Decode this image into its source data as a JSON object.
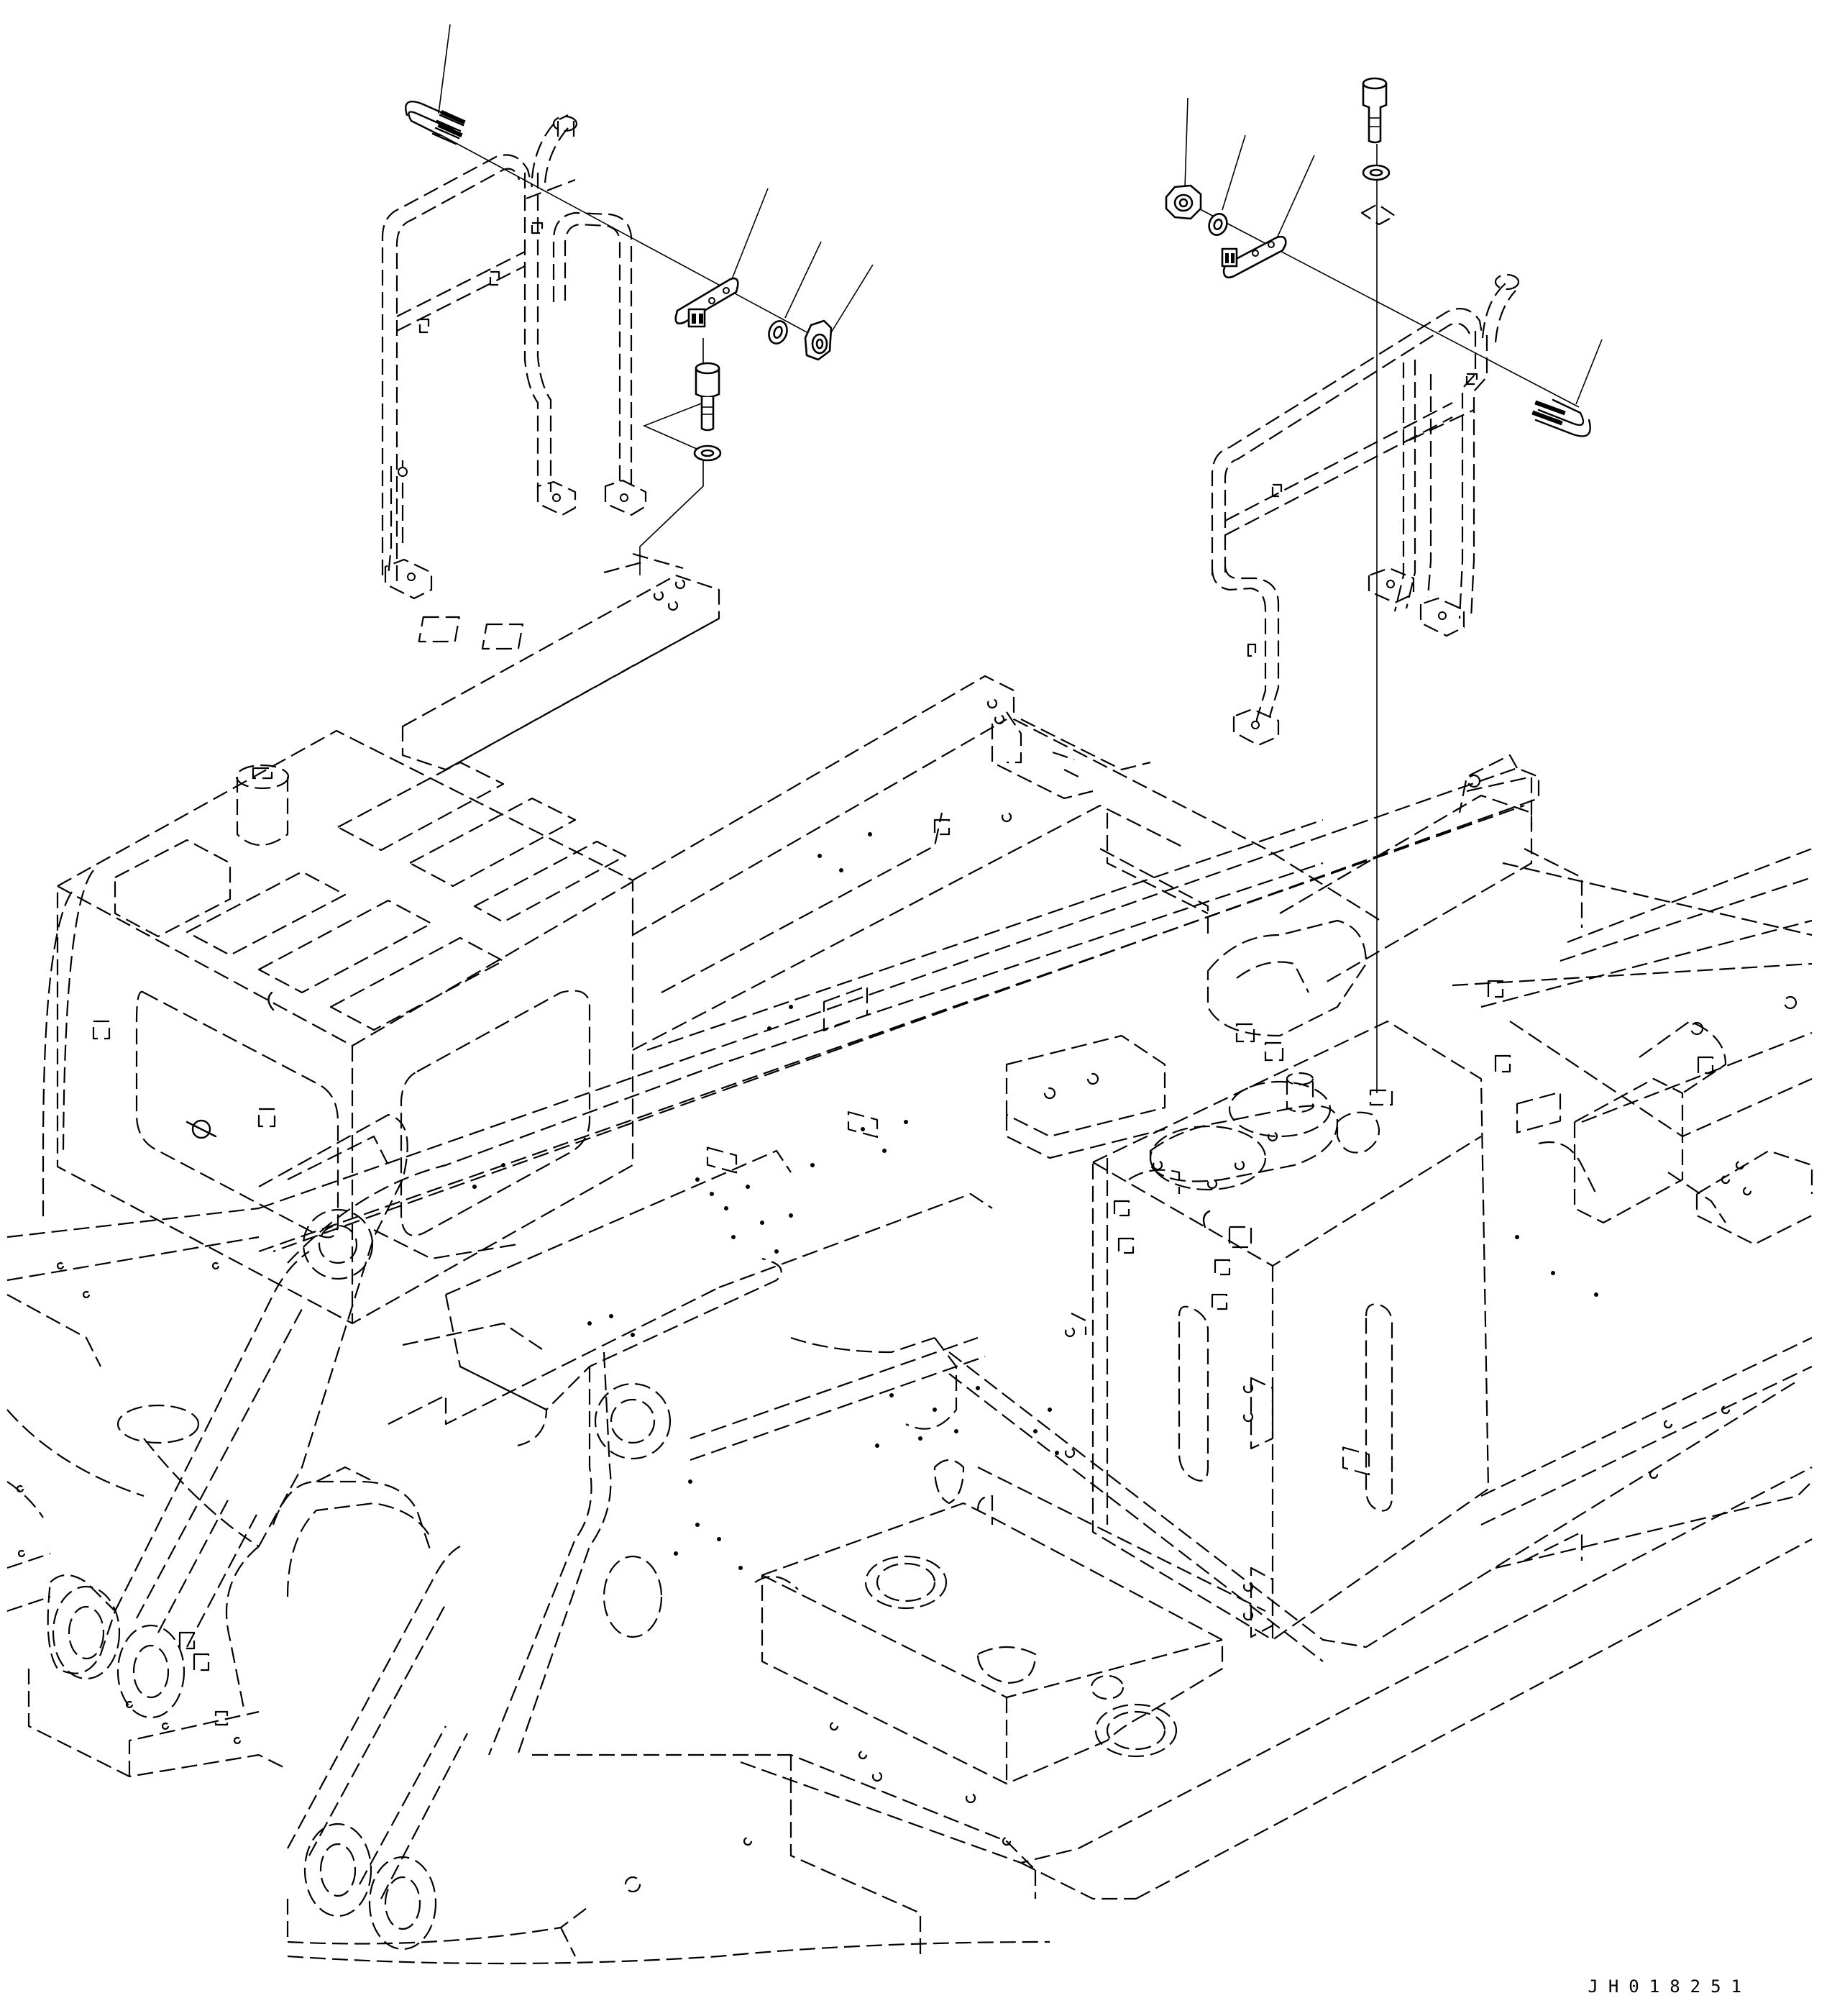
{
  "drawing": {
    "code": "JH018251"
  },
  "colors": {
    "line": "#000000",
    "background": "#ffffff"
  },
  "parts": [
    {
      "name": "u-bolt",
      "side": "left"
    },
    {
      "name": "clamp-plate",
      "side": "left"
    },
    {
      "name": "washer",
      "side": "left"
    },
    {
      "name": "nut",
      "side": "left"
    },
    {
      "name": "bolt",
      "side": "left"
    },
    {
      "name": "nut",
      "side": "right"
    },
    {
      "name": "washer",
      "side": "right"
    },
    {
      "name": "clamp-plate",
      "side": "right"
    },
    {
      "name": "bolt",
      "side": "right"
    },
    {
      "name": "u-bolt",
      "side": "right"
    }
  ]
}
